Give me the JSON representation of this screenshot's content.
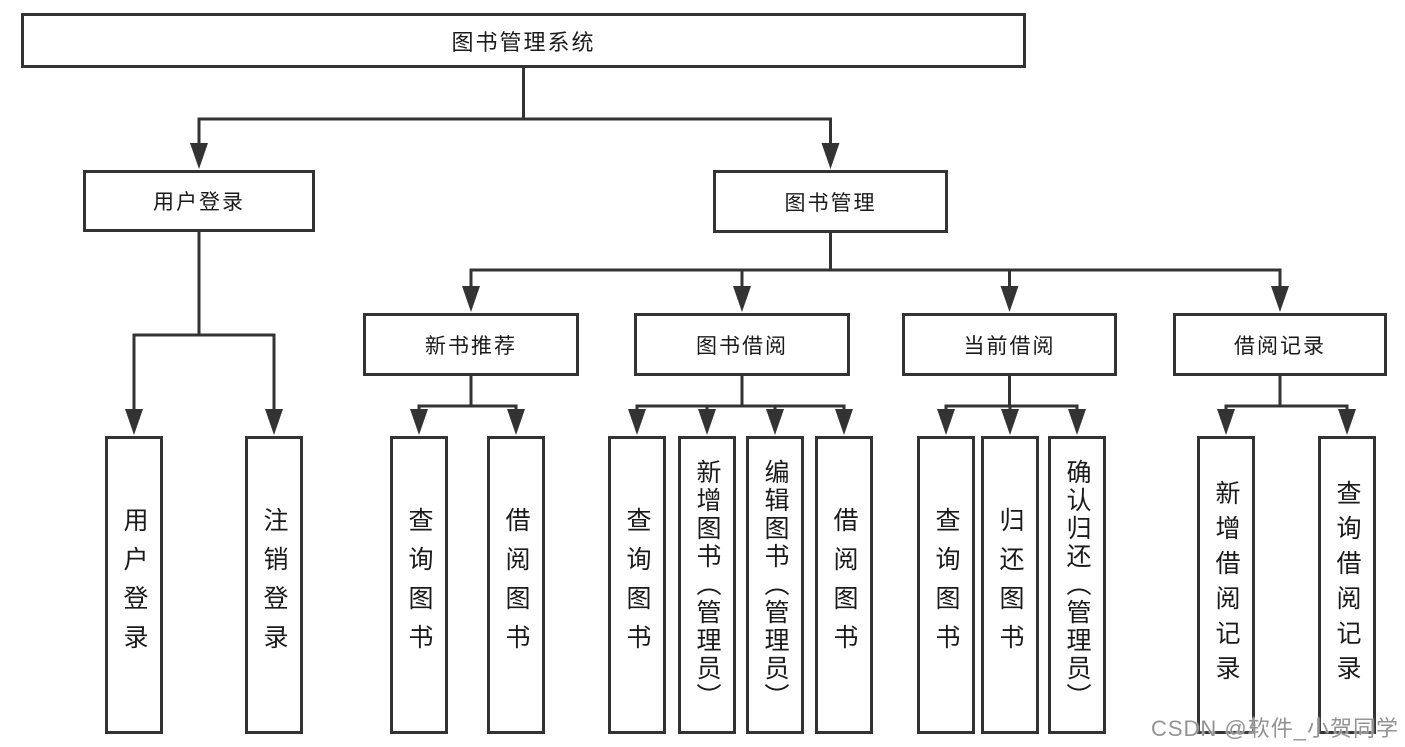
{
  "diagram": {
    "title": "图书管理系统",
    "watermark": "CSDN @软件_小贺同学",
    "colors": {
      "line": "#333333",
      "box_border": "#333333",
      "text": "#1a1a1a",
      "background": "#ffffff",
      "watermark": "#8a8a8a"
    },
    "nodes": [
      {
        "id": "root",
        "label": "图书管理系统",
        "parent": null
      },
      {
        "id": "user-login",
        "label": "用户登录",
        "parent": "root"
      },
      {
        "id": "book-mgmt",
        "label": "图书管理",
        "parent": "root"
      },
      {
        "id": "new-book-rec",
        "label": "新书推荐",
        "parent": "book-mgmt"
      },
      {
        "id": "book-borrow",
        "label": "图书借阅",
        "parent": "book-mgmt"
      },
      {
        "id": "current-borrow",
        "label": "当前借阅",
        "parent": "book-mgmt"
      },
      {
        "id": "borrow-records",
        "label": "借阅记录",
        "parent": "book-mgmt"
      },
      {
        "id": "leaf-user-login",
        "label": "用户登录",
        "parent": "user-login"
      },
      {
        "id": "leaf-logout",
        "label": "注销登录",
        "parent": "user-login"
      },
      {
        "id": "leaf-query-book-1",
        "label": "查询图书",
        "parent": "new-book-rec"
      },
      {
        "id": "leaf-borrow-book-1",
        "label": "借阅图书",
        "parent": "new-book-rec"
      },
      {
        "id": "leaf-query-book-2",
        "label": "查询图书",
        "parent": "book-borrow"
      },
      {
        "id": "leaf-add-book",
        "label": "新增图书（管理员）",
        "parent": "book-borrow"
      },
      {
        "id": "leaf-edit-book",
        "label": "编辑图书（管理员）",
        "parent": "book-borrow"
      },
      {
        "id": "leaf-borrow-book-2",
        "label": "借阅图书",
        "parent": "book-borrow"
      },
      {
        "id": "leaf-query-book-3",
        "label": "查询图书",
        "parent": "current-borrow"
      },
      {
        "id": "leaf-return-book",
        "label": "归还图书",
        "parent": "current-borrow"
      },
      {
        "id": "leaf-confirm-return",
        "label": "确认归还（管理员）",
        "parent": "current-borrow"
      },
      {
        "id": "leaf-add-record",
        "label": "新增借阅记录",
        "parent": "borrow-records"
      },
      {
        "id": "leaf-query-record",
        "label": "查询借阅记录",
        "parent": "borrow-records"
      }
    ]
  }
}
